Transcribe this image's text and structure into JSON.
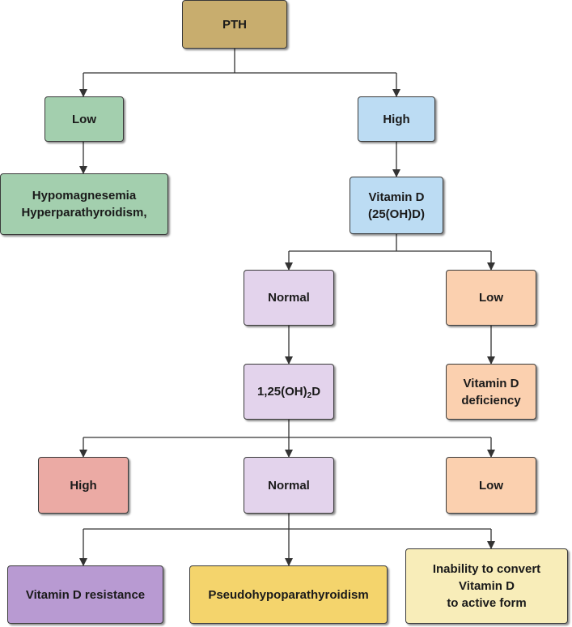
{
  "colors": {
    "pth": "#c8ad6e",
    "green": "#a3cfae",
    "blue": "#bcdcf3",
    "purple_light": "#e3d3ec",
    "orange": "#fbd0af",
    "red": "#ebaaa4",
    "purple": "#b89ad2",
    "yellow": "#f4d46c",
    "cream": "#f8edb9",
    "line": "#333333"
  },
  "nodes": {
    "pth": "PTH",
    "pth_low": "Low",
    "low_outcome": {
      "line1": "Hypomagnesemia",
      "line2": "Hyperparathyroidism,"
    },
    "pth_high": "High",
    "vitd": {
      "line1": "Vitamin D",
      "line2": "(25(OH)D)"
    },
    "vitd_normal": "Normal",
    "vitd_low": "Low",
    "vitd_deficiency": {
      "line1": "Vitamin D",
      "line2": "deficiency"
    },
    "calcitriol": {
      "pre": "1,25(OH)",
      "sub": "2",
      "post": "D"
    },
    "calcitriol_high": "High",
    "calcitriol_normal": "Normal",
    "calcitriol_low": "Low",
    "vitd_resistance": "Vitamin D resistance",
    "pseudohypo": "Pseudohypoparathyroidism",
    "inability": {
      "line1": "Inability to  convert",
      "line2": "Vitamin D",
      "line3": "to active form"
    }
  }
}
